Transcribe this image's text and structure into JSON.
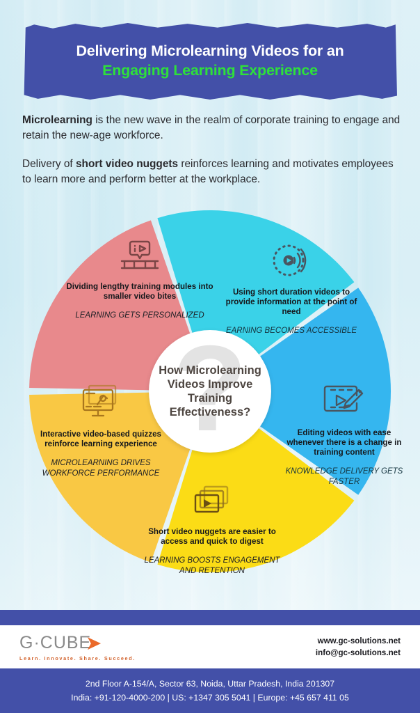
{
  "header": {
    "title_line1": "Delivering Microlearning Videos for an",
    "title_line2": "Engaging Learning Experience",
    "banner_color": "#4350a8",
    "highlight_color": "#2ee03a"
  },
  "intro": {
    "p1_bold": "Microlearning",
    "p1_rest": " is the new wave in the realm of corporate training to engage and retain the new-age workforce.",
    "p2_pre": "Delivery of ",
    "p2_bold": "short video nuggets",
    "p2_rest": " reinforces learning and motivates employees to learn more and perform better at the workplace."
  },
  "chart_data": {
    "type": "pie",
    "title": "How Microlearning Videos Improve Training Effectiveness?",
    "center_label": "How Microlearning Videos Improve Training Effectiveness?",
    "center_watermark": "?",
    "legend": "none",
    "categories": [
      "Dividing lengthy training modules into smaller video bites",
      "Using short duration videos to provide information at the point of need",
      "Editing videos with ease whenever there is a change in training content",
      "Short video nuggets are easier to access and quick to digest",
      "Interactive video-based quizzes reinforce learning experience"
    ],
    "values": [
      20,
      20,
      20,
      20,
      20
    ],
    "colors": [
      "#e8898c",
      "#3ad2e8",
      "#35b6ef",
      "#fbdc16",
      "#f9c844"
    ],
    "slices": [
      {
        "key": "pink",
        "color": "#e8898c",
        "start_deg": 270,
        "end_deg": 342,
        "icon": "video-bubble-divider-icon",
        "main": "Dividing lengthy training modules into smaller video bites",
        "tag": "LEARNING GETS PERSONALIZED"
      },
      {
        "key": "cyan",
        "color": "#3ad2e8",
        "start_deg": 342,
        "end_deg": 54,
        "icon": "broadcast-play-icon",
        "main": "Using short duration videos to provide information at the point of need",
        "tag": "EARNING BECOMES ACCESSIBLE"
      },
      {
        "key": "blue",
        "color": "#35b6ef",
        "start_deg": 54,
        "end_deg": 126,
        "icon": "video-edit-pencil-icon",
        "main": "Editing videos with ease whenever there is a change in training content",
        "tag": "KNOWLEDGE DELIVERY GETS FASTER"
      },
      {
        "key": "yellow",
        "color": "#fbdc16",
        "start_deg": 126,
        "end_deg": 198,
        "icon": "stacked-video-frames-icon",
        "main": "Short video nuggets are easier to access and quick to digest",
        "tag": "LEARNING BOOSTS ENGAGEMENT AND RETENTION"
      },
      {
        "key": "gold",
        "color": "#f9c844",
        "start_deg": 198,
        "end_deg": 270,
        "icon": "monitor-quiz-icon",
        "main": "Interactive video-based quizzes reinforce learning experience",
        "tag": "MICROLEARNING DRIVES WORKFORCE PERFORMANCE"
      }
    ]
  },
  "segments": {
    "pink": {
      "main": "Dividing lengthy training modules into smaller video bites",
      "tag": "LEARNING GETS PERSONALIZED"
    },
    "cyan": {
      "main": "Using short duration videos to provide information at the point of need",
      "tag": "EARNING BECOMES ACCESSIBLE"
    },
    "blue": {
      "main": "Editing videos with ease whenever there is a change in training content",
      "tag": "KNOWLEDGE DELIVERY GETS FASTER"
    },
    "yellow": {
      "main": "Short video nuggets are easier to access and quick to digest",
      "tag": "LEARNING BOOSTS ENGAGEMENT AND RETENTION"
    },
    "gold": {
      "main": "Interactive video-based quizzes reinforce learning experience",
      "tag": "MICROLEARNING DRIVES WORKFORCE PERFORMANCE"
    }
  },
  "footer": {
    "logo_text": "G·CUBE",
    "logo_tagline": "Learn. Innovate. Share. Succeed.",
    "website": "www.gc-solutions.net",
    "email": "info@gc-solutions.net",
    "address": "2nd Floor A-154/A, Sector 63, Noida, Uttar Pradesh, India 201307",
    "phones": "India: +91-120-4000-200 | US: +1347 305 5041 | Europe: +45 657 411 05",
    "bar_color": "#4350a8"
  }
}
